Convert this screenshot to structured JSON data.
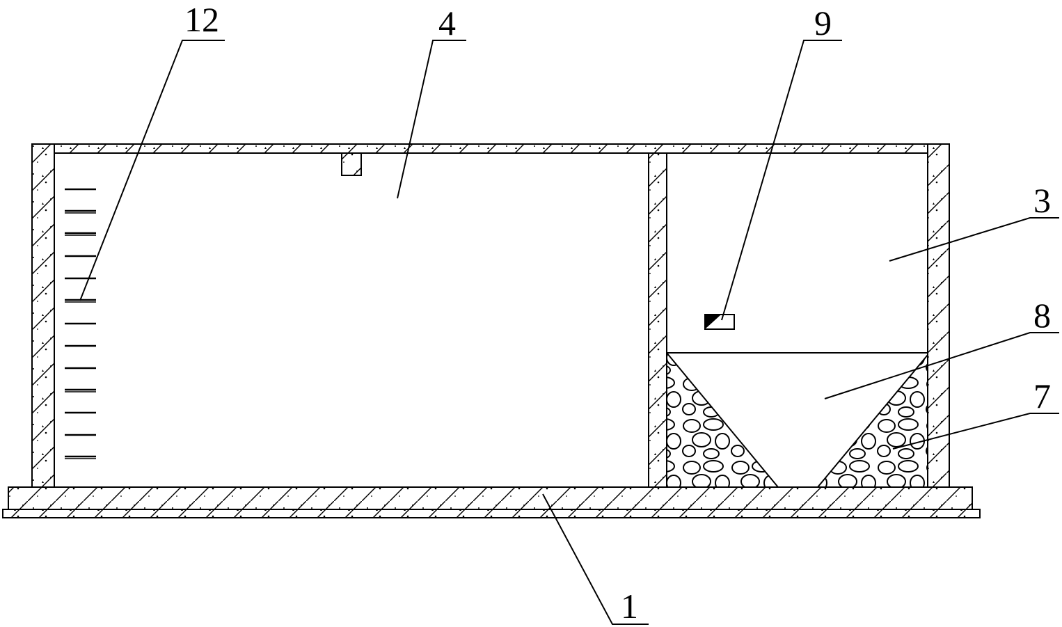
{
  "figure": {
    "labels": {
      "scale": "12",
      "main_chamber": "4",
      "item_9": "9",
      "side_chamber": "3",
      "filter_zone": "8",
      "gravel": "7",
      "base": "1"
    },
    "colors": {
      "line": "#000000",
      "background": "#ffffff"
    }
  }
}
